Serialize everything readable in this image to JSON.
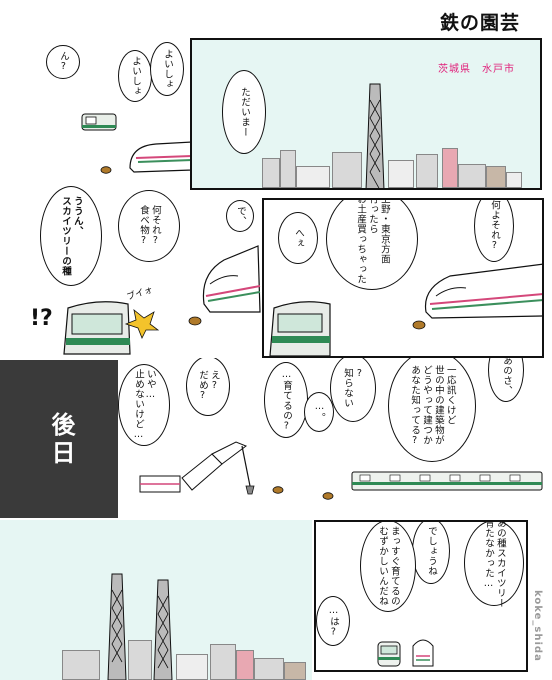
{
  "title": "鉄の園芸",
  "location": "茨城県　水戸市",
  "gojitsu": "後日",
  "credit": "koke_shida",
  "row1": {
    "n": "ん?",
    "yoisho1": "よいしょ",
    "yoisho2": "よいしょ",
    "tadaima": "ただいまー"
  },
  "row2": {
    "nanisore_tabemono": "何それ?\n食べ物?",
    "de": "で、",
    "uun": "ううん、\nスカイツリーの種",
    "exclaim": "!?",
    "bui": "ブイォ",
    "nanyo": "何よそれ?",
    "hee": "へぇ",
    "ueno": "上野・東京方面\n行ったら\nお土産買っちゃった"
  },
  "row3": {
    "iya": "いや…\n止めないけど…",
    "e_dame": "え?\nだめ?",
    "sodateru": "…育てるの?",
    "dots": "…。",
    "shiranai": "?\n知らない",
    "anosa": "…あのさ、",
    "ichiou": "一応訊くけど\n世の中の建築物が\nどうやって建つか\nあなた知ってる?"
  },
  "row4": {
    "anotane": "あの種スカイツリー\n育たなかった…",
    "deshoune": "でしょうね",
    "massugu": "まっすぐ育てるの\nむずかしいんだね",
    "ha": "…は?"
  },
  "colors": {
    "sky": "#e6f6f3",
    "location_text": "#e0207a",
    "ink": "#111111",
    "train_green": "#2f8a55"
  }
}
